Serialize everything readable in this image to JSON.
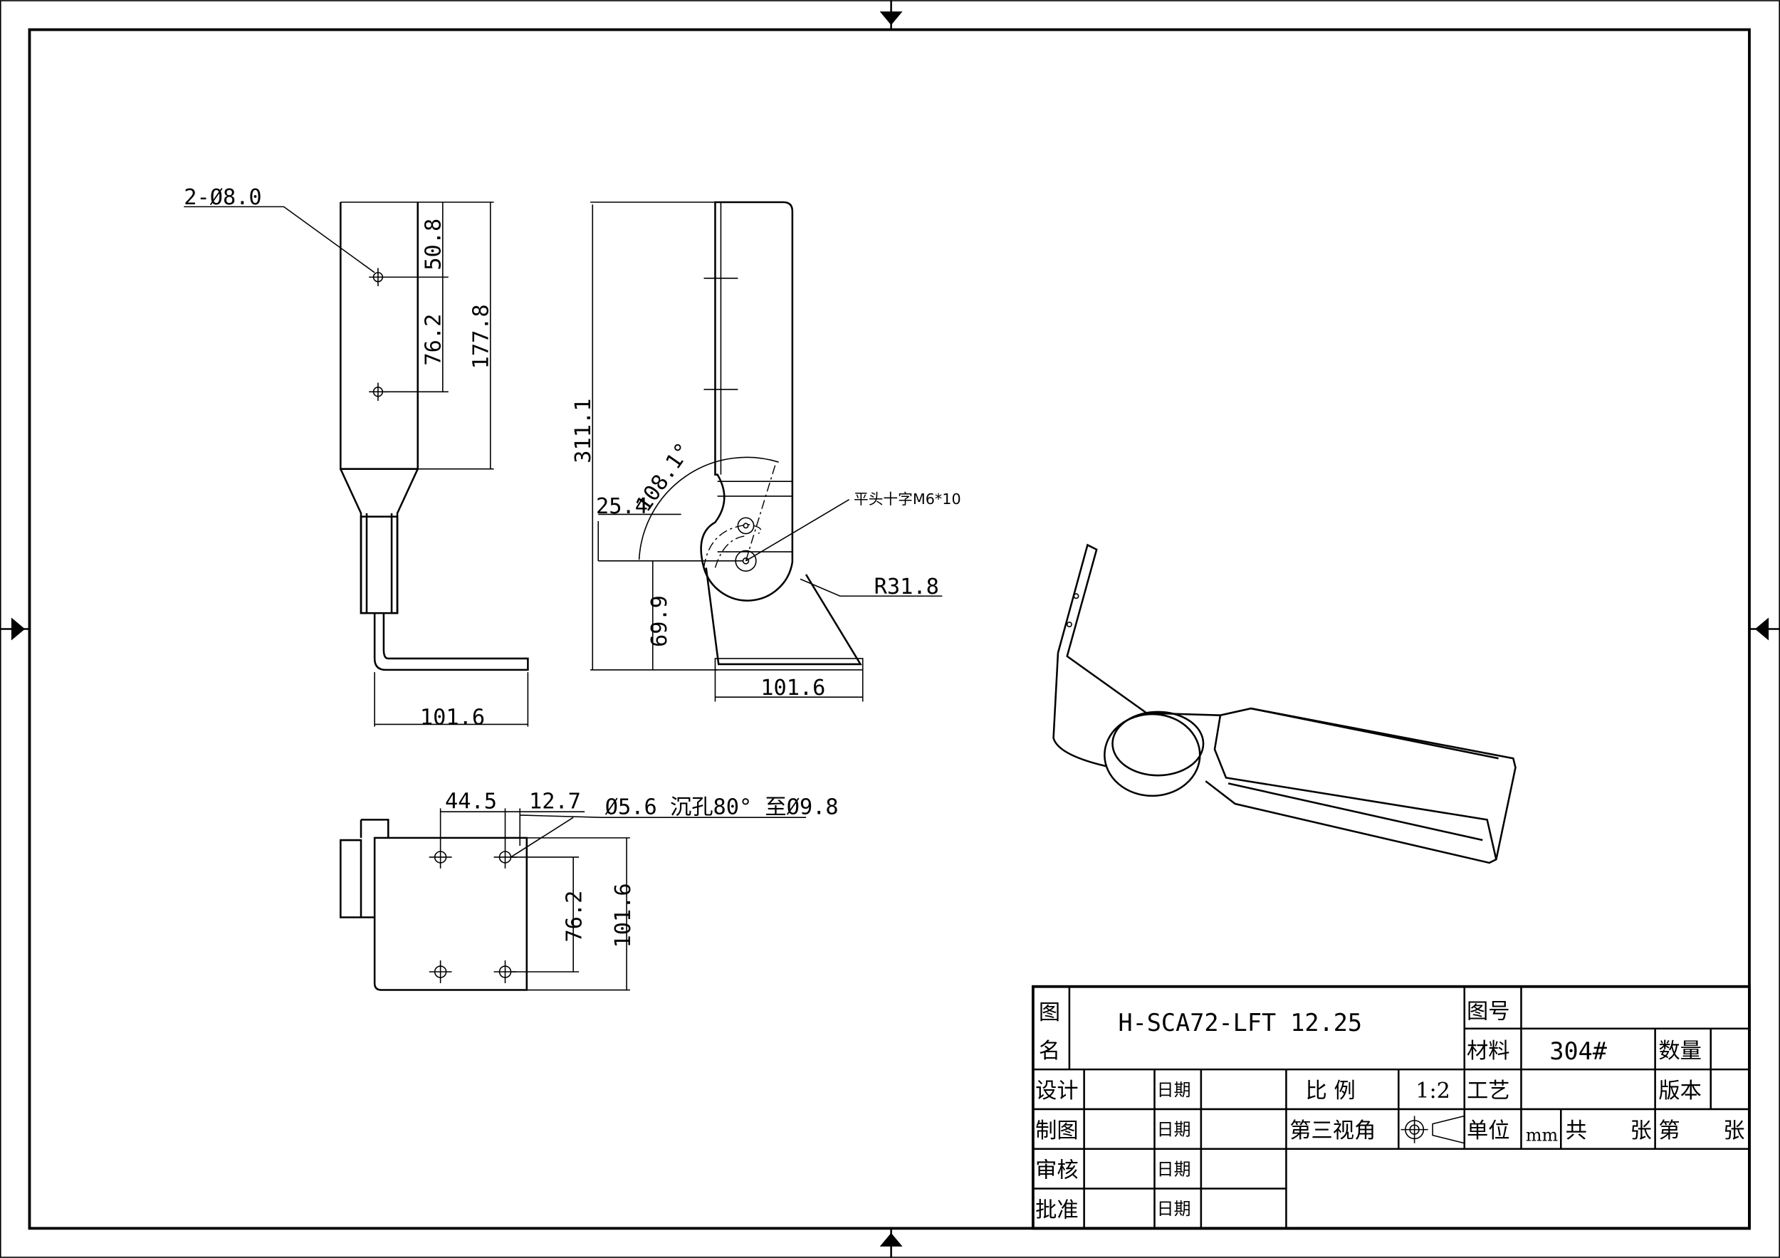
{
  "drawing": {
    "front_view": {
      "hole_note": "2-Ø8.0",
      "dims": [
        "50.8",
        "76.2",
        "177.8",
        "101.6"
      ]
    },
    "side_view": {
      "dims": [
        "311.1",
        "108.1°",
        "25.4",
        "69.9",
        "101.6",
        "R31.8"
      ],
      "screw_note": "平头十字M6*10"
    },
    "bottom_view": {
      "dims": [
        "44.5",
        "12.7",
        "76.2",
        "101.6"
      ],
      "hole_note": "Ø5.6 沉孔80° 至Ø9.8"
    }
  },
  "title_block": {
    "name_label": [
      "图",
      "名"
    ],
    "drawing_name": "H-SCA72-LFT 12.25",
    "drawing_no_label": "图号",
    "drawing_no": "",
    "material_label": "材料",
    "material": "304#",
    "quantity_label": "数量",
    "design_label": "设计",
    "drafting_label": "制图",
    "review_label": "审核",
    "approve_label": "批准",
    "date_label": "日期",
    "scale_label": "比 例",
    "scale": "1:2",
    "process_label": "工艺",
    "version_label": "版本",
    "projection_label": "第三视角",
    "unit_label": "单位",
    "unit": "mm",
    "total_sheets_label": "共　　张",
    "sheet_label": "第　　张"
  }
}
